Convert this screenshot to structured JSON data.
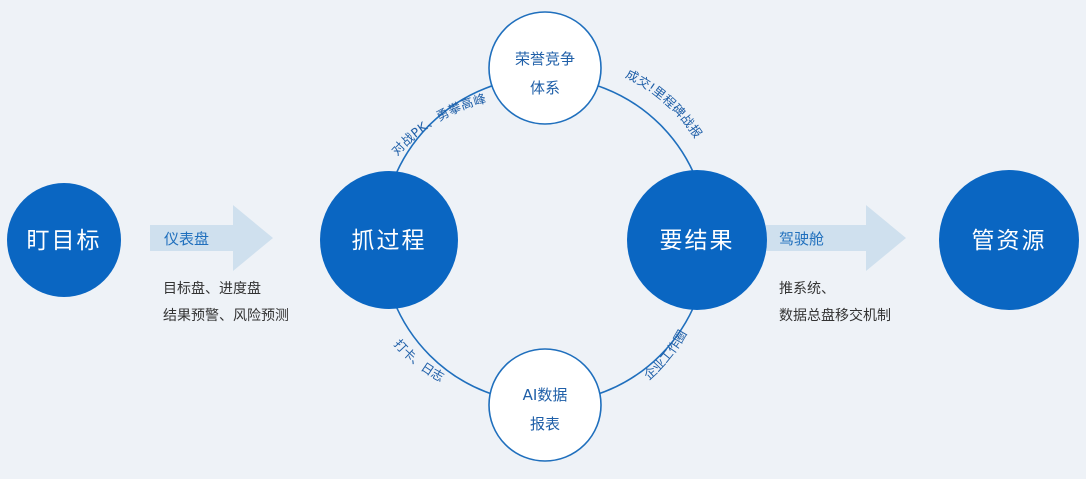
{
  "colors": {
    "main_circle": "#0a66c2",
    "small_circle_border": "#1f6fbd",
    "ring": "#1f6fbd",
    "arrow": "#cfe0ee",
    "text_blue": "#1f5fa8",
    "background": "#eef2f7"
  },
  "nodes": {
    "target": "盯目标",
    "process": "抓过程",
    "result": "要结果",
    "resource": "管资源"
  },
  "top_circle": {
    "line1": "荣誉竞争",
    "line2": "体系"
  },
  "bottom_circle": {
    "line1": "AI数据",
    "line2": "报表"
  },
  "arrows": {
    "dashboard": {
      "label": "仪表盘",
      "desc1": "目标盘、进度盘",
      "desc2": "结果预警、风险预测"
    },
    "cockpit": {
      "label": "驾驶舱",
      "desc1": "推系统、",
      "desc2": "数据总盘移交机制"
    }
  },
  "arc_labels": {
    "top_left": "对战PK、勇攀高峰",
    "top_right": "成交!里程碑战报",
    "bottom_left": "打卡、日志",
    "bottom_right": "企业工作圈"
  }
}
